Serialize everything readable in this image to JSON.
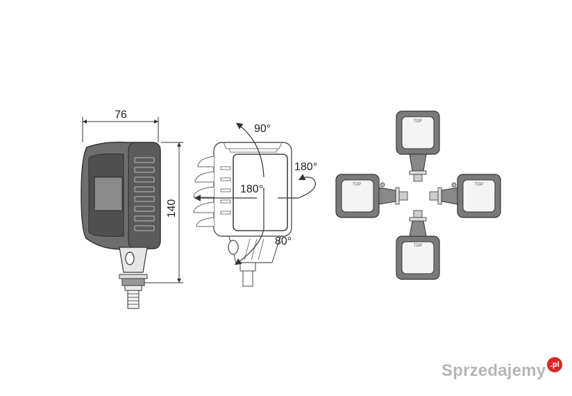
{
  "dimensions": {
    "width": "76",
    "height": "140"
  },
  "angles": {
    "tilt_top": "90°",
    "rotate_right": "180°",
    "rotate_left": "180°",
    "tilt_bottom": "80°"
  },
  "mount_labels": [
    "TOP",
    "TOP",
    "TOP",
    "TOP"
  ],
  "watermark": {
    "text": "Sprzedajemy",
    "badge": ".pl"
  },
  "colors": {
    "housing": "#6b6b6b",
    "housing_dark": "#4a4a4a",
    "lens": "#a9a9a9",
    "outline": "#333333",
    "badge": "#d42a2a"
  }
}
